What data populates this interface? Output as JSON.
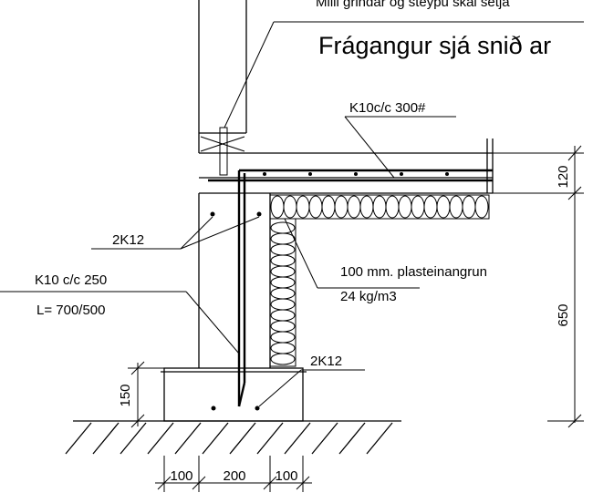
{
  "header": {
    "note_top": "Milli grindar og steypu skal setja",
    "title": "Frágangur sjá snið ar"
  },
  "labels": {
    "slab_rebar": "K10c/c 300#",
    "rebar_2k12_upper": "2K12",
    "stirrup": "K10 c/c 250",
    "stirrup_length": "L= 700/500",
    "insulation_line1": "100 mm. plasteinangrun",
    "insulation_line2": "24 kg/m3",
    "rebar_2k12_lower": "2K12"
  },
  "dimensions": {
    "slab_thickness": "120",
    "wall_height": "650",
    "footing_height": "150",
    "footing_left": "100",
    "wall_width": "200",
    "footing_right": "100"
  }
}
